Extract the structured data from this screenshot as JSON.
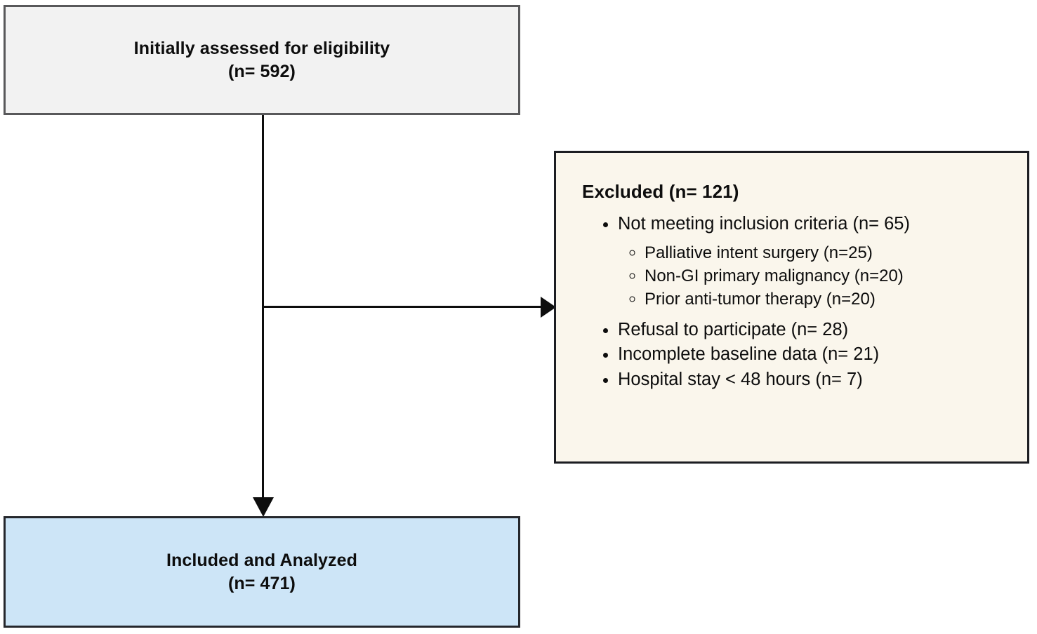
{
  "diagram": {
    "type": "participant-flow-chart",
    "colors": {
      "eligibility_fill": "#f2f2f2",
      "eligibility_border": "#58585a",
      "excluded_fill": "#faf6ec",
      "excluded_border": "#1c1d22",
      "included_fill": "#cde5f7",
      "included_border": "#25272c",
      "connector": "#0d0d0d"
    },
    "eligibility": {
      "title": "Initially assessed for eligibility",
      "count": "(n= 592)"
    },
    "excluded": {
      "heading": "Excluded (n= 121)",
      "items": [
        {
          "label": "Not meeting inclusion criteria (n= 65)",
          "subitems": [
            "Palliative intent surgery (n=25)",
            "Non-GI primary malignancy (n=20)",
            "Prior anti-tumor therapy (n=20)"
          ]
        },
        {
          "label": "Refusal to participate (n= 28)",
          "subitems": []
        },
        {
          "label": "Incomplete baseline data (n= 21)",
          "subitems": []
        },
        {
          "label": "Hospital stay < 48 hours (n= 7)",
          "subitems": []
        }
      ]
    },
    "included": {
      "title": "Included and Analyzed",
      "count": "(n= 471)"
    }
  }
}
